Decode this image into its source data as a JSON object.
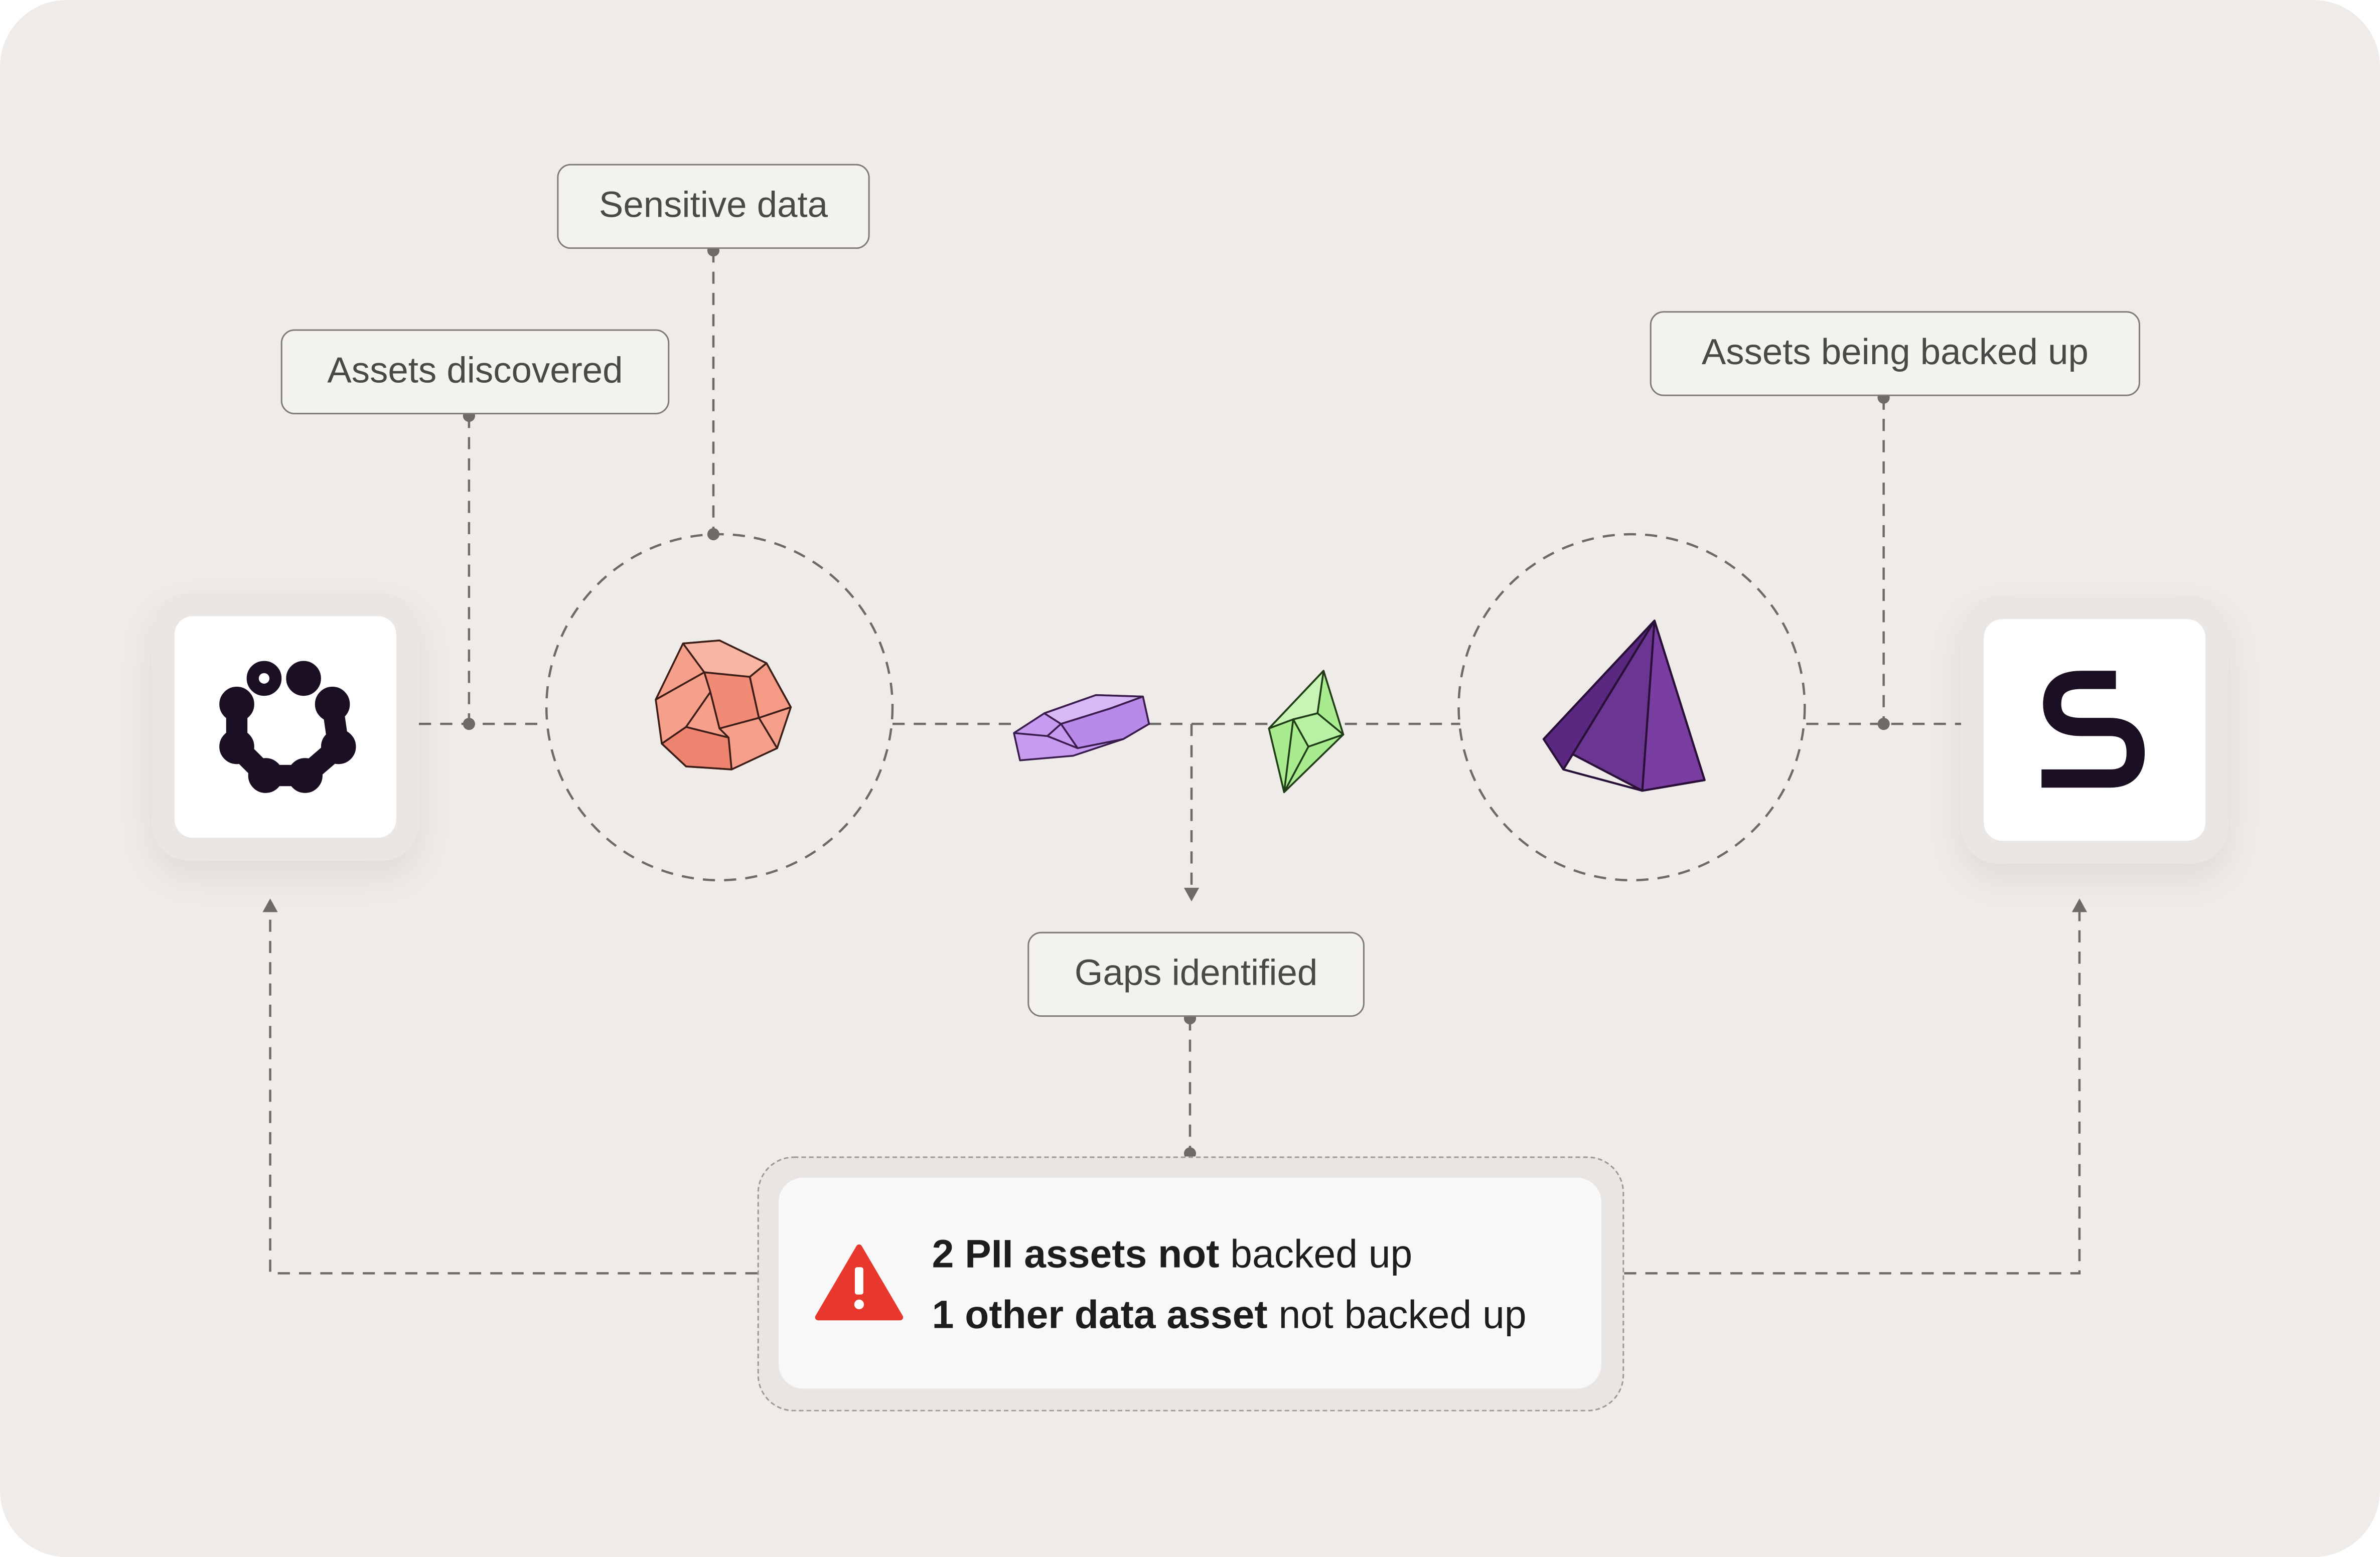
{
  "labels": {
    "assets_discovered": "Assets discovered",
    "sensitive_data": "Sensitive data",
    "assets_backed_up": "Assets being backed up",
    "gaps_identified": "Gaps identified"
  },
  "alert": {
    "icon": "warning-triangle-icon",
    "line1_bold": "2 PII assets not",
    "line1_rest": " backed up",
    "line2_bold": "1 other data asset",
    "line2_rest": " not backed up"
  },
  "icons": {
    "left_logo": "dotted-ring-logo-icon",
    "right_logo": "s-logo-icon",
    "orange_gem": "orange-polyhedron-icon",
    "lilac_crystal": "lilac-crystal-icon",
    "green_gem": "green-gem-icon",
    "purple_pyramid": "purple-pyramid-icon"
  },
  "colors": {
    "background": "#efebe8",
    "connector": "#6d6a67",
    "logo": "#1b0f24",
    "warning": "#e8372c",
    "orange_gem": "#f4937e",
    "lilac_crystal": "#c9a0f0",
    "green_gem": "#a8ec8f",
    "purple_pyramid": "#6b3592"
  }
}
